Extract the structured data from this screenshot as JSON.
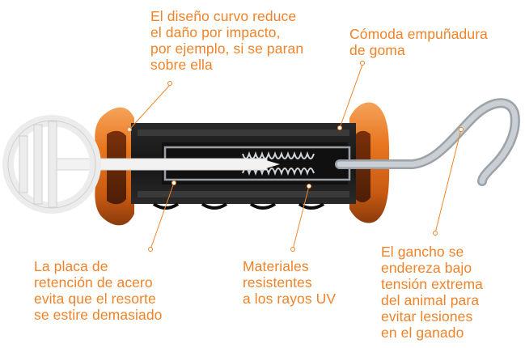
{
  "colors": {
    "orange": "#f0832a",
    "dark_orange": "#a64a12",
    "body": "#1d1d1d",
    "hook": "#b9c0c5"
  },
  "callouts": {
    "curved_design": "El diseño curvo reduce\nel daño por impacto,\npor ejemplo, si se paran\nsobre ella",
    "rubber_grip": "Cómoda empuñadura\nde goma",
    "steel_plate": "La placa de\nretención de acero\nevita que el resorte\nse estire demasiado",
    "uv_materials": "Materiales\nresistentes\na los rayos UV",
    "hook": "El gancho se\nendereza bajo\ntensión extrema\ndel animal para\nevitar lesiones\nen el ganado"
  }
}
